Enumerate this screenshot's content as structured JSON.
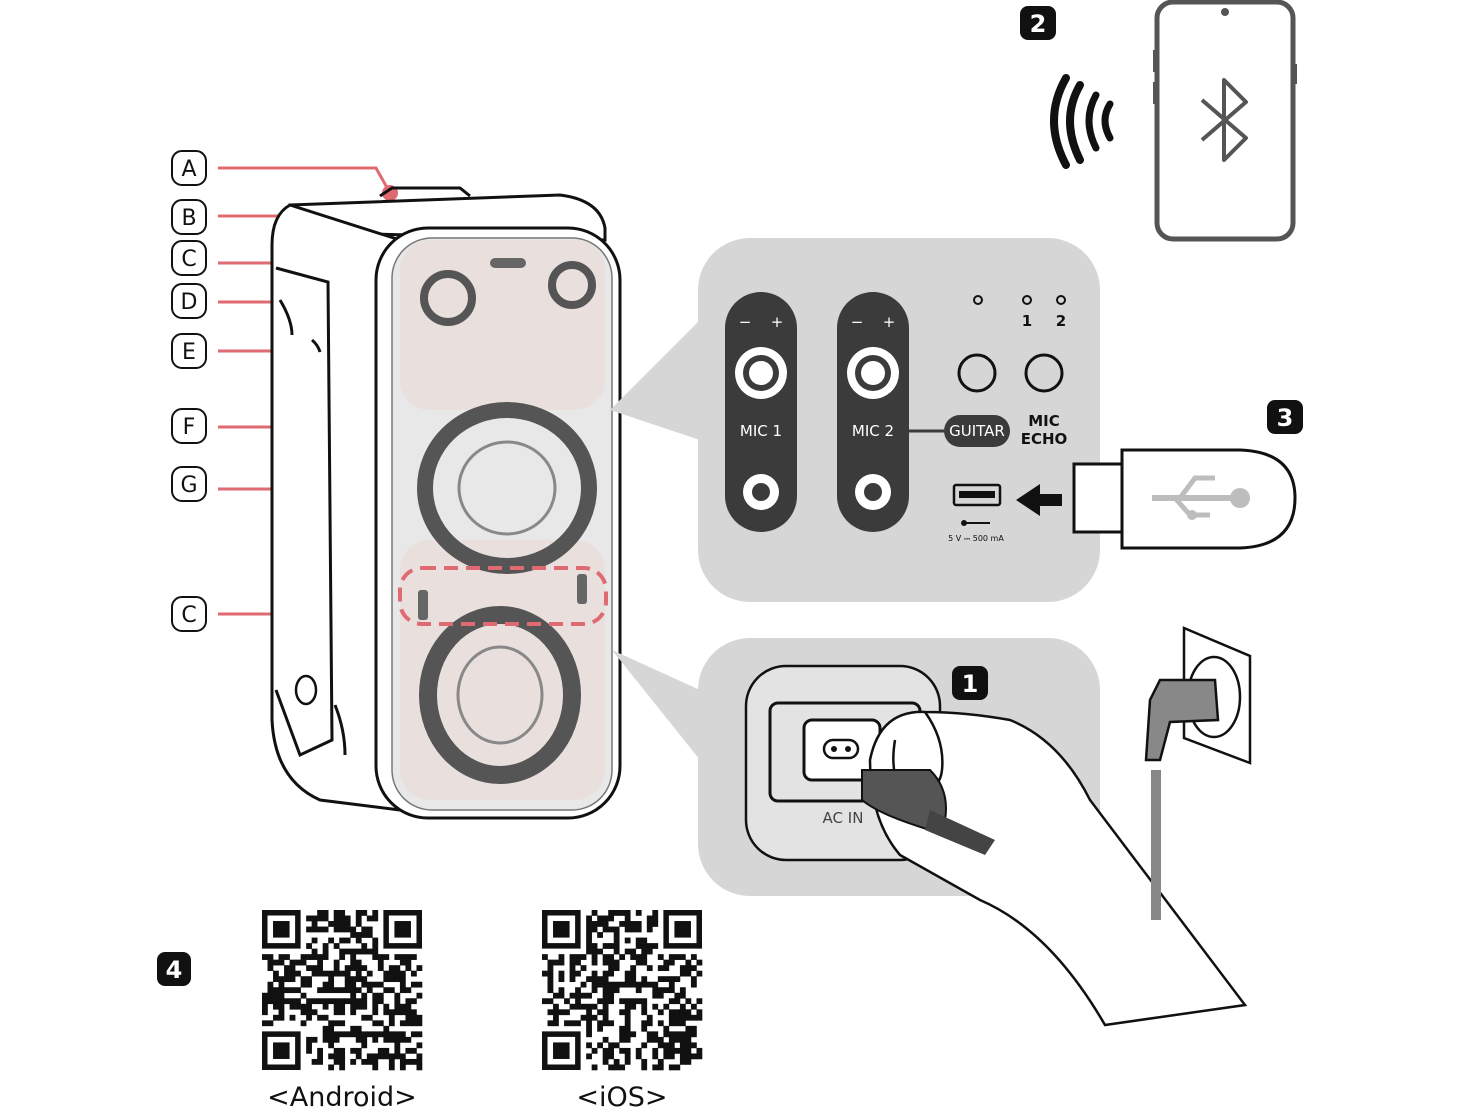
{
  "callouts": [
    {
      "letter": "A"
    },
    {
      "letter": "B"
    },
    {
      "letter": "C"
    },
    {
      "letter": "D"
    },
    {
      "letter": "E"
    },
    {
      "letter": "F"
    },
    {
      "letter": "G"
    },
    {
      "letter": "C"
    }
  ],
  "steps": {
    "s1": "1",
    "s2": "2",
    "s3": "3",
    "s4": "4"
  },
  "panel": {
    "mic1": "MIC 1",
    "mic2": "MIC 2",
    "minus": "−",
    "plus": "+",
    "guitar": "GUITAR",
    "mic_echo_line1": "MIC",
    "mic_echo_line2": "ECHO",
    "led1": "1",
    "led2": "2",
    "usb_spec": "5 V ⎓ 500 mA"
  },
  "power": {
    "ac_in": "AC IN"
  },
  "qr": {
    "android": "<Android>",
    "ios": "<iOS>"
  },
  "icons": [
    "bluetooth-icon",
    "usb-icon",
    "smartphone-icon",
    "wireless-signal-icon"
  ],
  "colors": {
    "callout_line": "#e06a72",
    "panel_bg": "#d6d6d6",
    "knob_dark": "#3b3b3b"
  }
}
